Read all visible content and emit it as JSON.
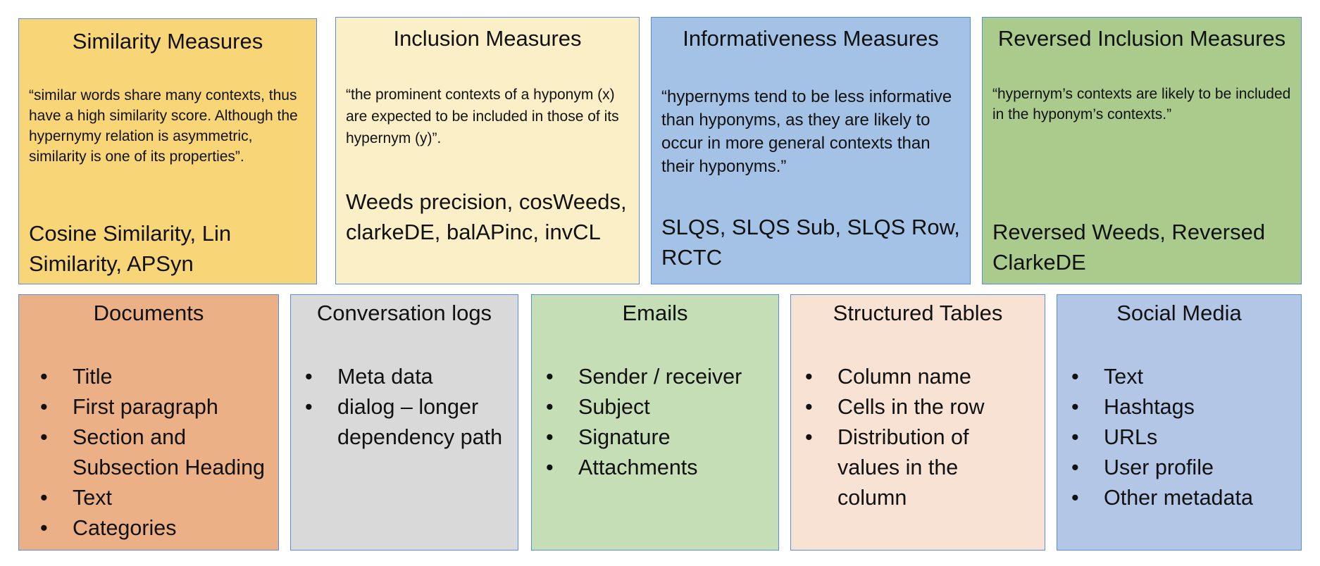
{
  "measures": [
    {
      "title": "Similarity Measures",
      "quote": "“similar words share many contexts, thus have a high similarity score. Although the hypernymy relation is asymmetric, similarity is one of its properties”.",
      "items": "Cosine Similarity, Lin Similarity, APSyn",
      "color": "#f8d677"
    },
    {
      "title": "Inclusion Measures",
      "quote": "“the prominent contexts of a hyponym (x) are expected to be included in those of its hypernym (y)”.",
      "items": "Weeds precision, cosWeeds, clarkeDE, balAPinc, invCL",
      "color": "#fbefc8"
    },
    {
      "title": "Informativeness Measures",
      "quote": "“hypernyms tend to be less informative than hyponyms, as they are likely to occur in more general contexts than their hyponyms.”",
      "items": "SLQS, SLQS Sub, SLQS Row, RCTC",
      "color": "#a3c2e5"
    },
    {
      "title": "Reversed Inclusion Measures",
      "quote": "“hypernym’s contexts are likely to be included in the hyponym’s contexts.”",
      "items": "Reversed Weeds, Reversed ClarkeDE",
      "color": "#abcb8d"
    }
  ],
  "sources": [
    {
      "title": "Documents",
      "color": "#ebb085",
      "items": [
        "Title",
        "First paragraph",
        "Section and Subsection Heading",
        "Text",
        "Categories"
      ]
    },
    {
      "title": "Conversation logs",
      "color": "#d9d9d9",
      "items": [
        "Meta data",
        "dialog – longer dependency path"
      ]
    },
    {
      "title": "Emails",
      "color": "#c6deb5",
      "items": [
        "Sender / receiver",
        "Subject",
        "Signature",
        "Attachments"
      ]
    },
    {
      "title": "Structured Tables",
      "color": "#f7e2d3",
      "items": [
        "Column name",
        "Cells in the row",
        "Distribution of values in the column"
      ]
    },
    {
      "title": "Social Media",
      "color": "#b4c6e6",
      "items": [
        "Text",
        "Hashtags",
        "URLs",
        "User profile",
        "Other metadata"
      ]
    }
  ]
}
